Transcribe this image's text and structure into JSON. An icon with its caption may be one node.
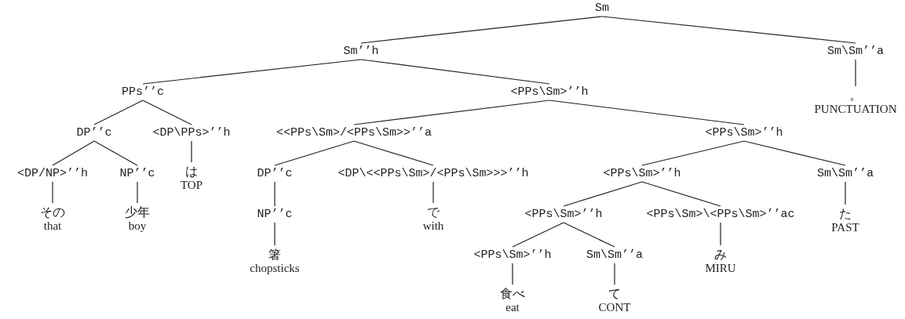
{
  "diagram": {
    "nodes": [
      {
        "text": [
          "Sm"
        ]
      },
      {
        "text": [
          "Sm’’h"
        ]
      },
      {
        "text": [
          "Sm\\Sm’’a"
        ]
      },
      {
        "text": [
          "PPs’’c"
        ]
      },
      {
        "text": [
          "<PPs\\Sm>’’h"
        ]
      },
      {
        "text": [
          "。",
          "PUNCTUATION"
        ]
      },
      {
        "text": [
          "DP’’c"
        ]
      },
      {
        "text": [
          "<DP\\PPs>’’h"
        ]
      },
      {
        "text": [
          "<<PPs\\Sm>/<PPs\\Sm>>’’a"
        ]
      },
      {
        "text": [
          "<PPs\\Sm>’’h"
        ]
      },
      {
        "text": [
          "<DP/NP>’’h"
        ]
      },
      {
        "text": [
          "NP’’c"
        ]
      },
      {
        "text": [
          "は",
          "TOP"
        ]
      },
      {
        "text": [
          "DP’’c"
        ]
      },
      {
        "text": [
          "<DP\\<<PPs\\Sm>/<PPs\\Sm>>>’’h"
        ]
      },
      {
        "text": [
          "<PPs\\Sm>’’h"
        ]
      },
      {
        "text": [
          "Sm\\Sm’’a"
        ]
      },
      {
        "text": [
          "その",
          "that"
        ]
      },
      {
        "text": [
          "少年",
          "boy"
        ]
      },
      {
        "text": [
          "NP’’c"
        ]
      },
      {
        "text": [
          "で",
          "with"
        ]
      },
      {
        "text": [
          "<PPs\\Sm>’’h"
        ]
      },
      {
        "text": [
          "<PPs\\Sm>\\<PPs\\Sm>’’ac"
        ]
      },
      {
        "text": [
          "た",
          "PAST"
        ]
      },
      {
        "text": [
          "箸",
          "chopsticks"
        ]
      },
      {
        "text": [
          "<PPs\\Sm>’’h"
        ]
      },
      {
        "text": [
          "Sm\\Sm’’a"
        ]
      },
      {
        "text": [
          "み",
          "MIRU"
        ]
      },
      {
        "text": [
          "食べ",
          "eat"
        ]
      },
      {
        "text": [
          "て",
          "CONT"
        ]
      }
    ],
    "edges": [
      {
        "from": 0,
        "to": 1,
        "arrow": "none"
      },
      {
        "from": 0,
        "to": 2,
        "arrow": "none"
      },
      {
        "from": 1,
        "to": 3,
        "arrow": "none"
      },
      {
        "from": 1,
        "to": 4,
        "arrow": "none"
      },
      {
        "from": 2,
        "to": 5,
        "arrow": "none"
      },
      {
        "from": 3,
        "to": 6,
        "arrow": "none"
      },
      {
        "from": 3,
        "to": 7,
        "arrow": "none"
      },
      {
        "from": 4,
        "to": 8,
        "arrow": "none"
      },
      {
        "from": 4,
        "to": 9,
        "arrow": "none"
      },
      {
        "from": 6,
        "to": 10,
        "arrow": "none"
      },
      {
        "from": 6,
        "to": 11,
        "arrow": "none"
      },
      {
        "from": 7,
        "to": 12,
        "arrow": "none"
      },
      {
        "from": 8,
        "to": 13,
        "arrow": "none"
      },
      {
        "from": 8,
        "to": 14,
        "arrow": "none"
      },
      {
        "from": 9,
        "to": 15,
        "arrow": "none"
      },
      {
        "from": 9,
        "to": 16,
        "arrow": "none"
      },
      {
        "from": 10,
        "to": 17,
        "arrow": "none"
      },
      {
        "from": 11,
        "to": 18,
        "arrow": "none"
      },
      {
        "from": 13,
        "to": 19,
        "arrow": "none"
      },
      {
        "from": 14,
        "to": 20,
        "arrow": "none"
      },
      {
        "from": 15,
        "to": 21,
        "arrow": "none"
      },
      {
        "from": 15,
        "to": 22,
        "arrow": "none"
      },
      {
        "from": 16,
        "to": 23,
        "arrow": "none"
      },
      {
        "from": 19,
        "to": 24,
        "arrow": "none"
      },
      {
        "from": 21,
        "to": 25,
        "arrow": "none"
      },
      {
        "from": 21,
        "to": 26,
        "arrow": "none"
      },
      {
        "from": 22,
        "to": 27,
        "arrow": "none"
      },
      {
        "from": 25,
        "to": 28,
        "arrow": "none"
      },
      {
        "from": 26,
        "to": 29,
        "arrow": "none"
      }
    ]
  }
}
